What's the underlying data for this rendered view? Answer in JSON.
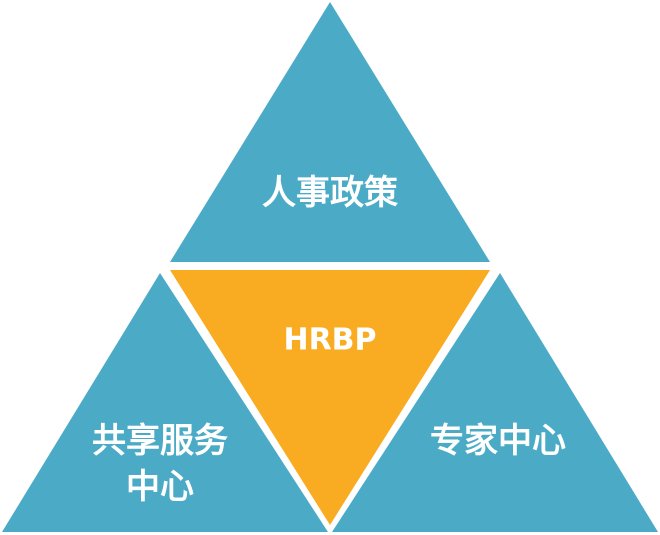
{
  "diagram": {
    "top_label": "人事政策",
    "center_label": "HRBP",
    "left_label_line1": "共享服务",
    "left_label_line2": "中心",
    "right_label": "专家中心"
  },
  "colors": {
    "outer_triangles": "#4babc6",
    "center_triangle": "#f9ac21",
    "separator": "#ffffff"
  }
}
